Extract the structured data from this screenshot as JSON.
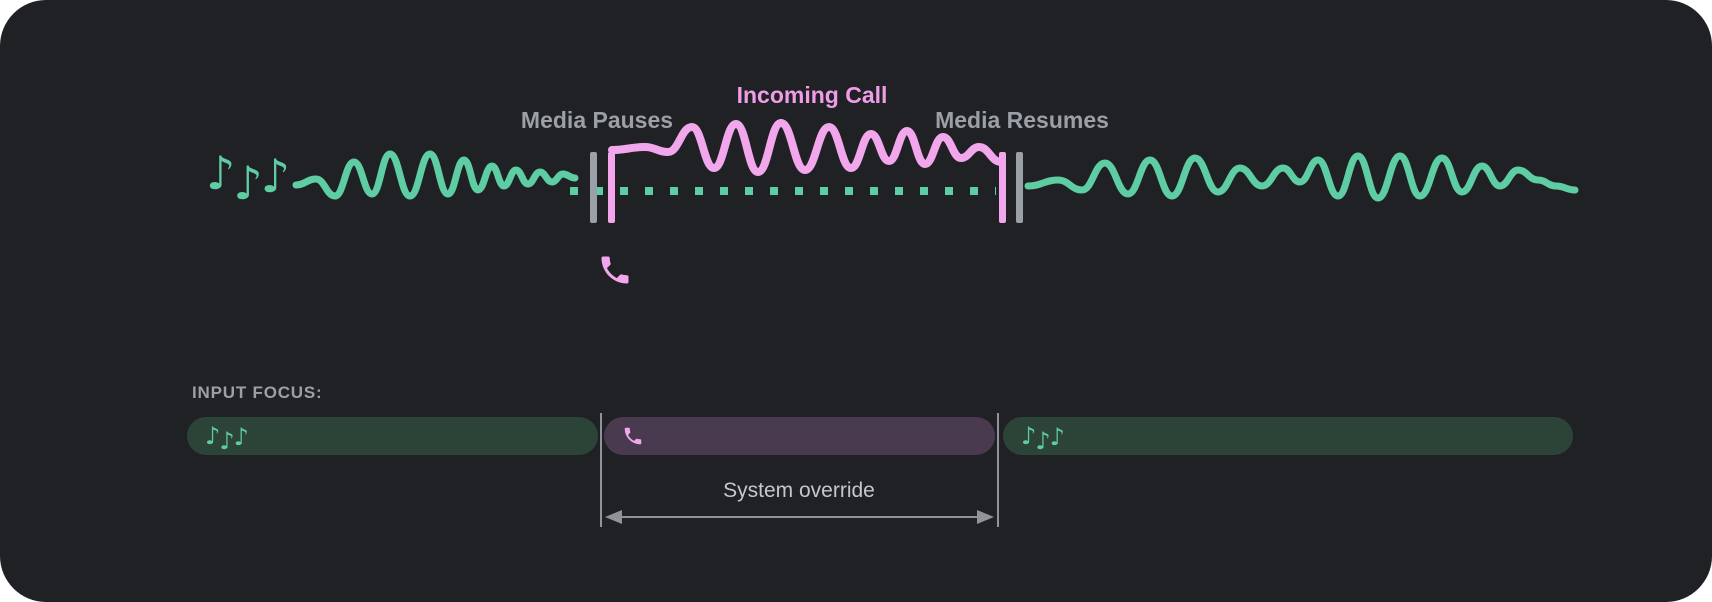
{
  "colors": {
    "surface": "#202124",
    "page_background": "#ffffff",
    "media_green": "#5ecda3",
    "call_pink": "#f2a7ec",
    "incoming_call_text": "#ef9de7",
    "marker_gray": "#9aa0a6",
    "label_gray": "#9aa0a6",
    "track_green": "#2c4438",
    "track_purple": "#4a3a50",
    "annotation_line": "#909499",
    "override_text": "#c4c8cc"
  },
  "icons": {
    "note_glyph": "♪",
    "music_icon": "music-notes-icon",
    "phone_icon": "phone-call-icon"
  },
  "timeline": {
    "media_pauses_label": "Media Pauses",
    "incoming_call_label": "Incoming Call",
    "media_resumes_label": "Media Resumes"
  },
  "input_focus": {
    "heading": "INPUT FOCUS:",
    "tracks": [
      {
        "name": "media-before-call",
        "kind": "media",
        "icon": "music-notes-icon"
      },
      {
        "name": "incoming-call",
        "kind": "call",
        "icon": "phone-call-icon"
      },
      {
        "name": "media-after-call",
        "kind": "media",
        "icon": "music-notes-icon"
      }
    ],
    "annotation": "System override"
  }
}
